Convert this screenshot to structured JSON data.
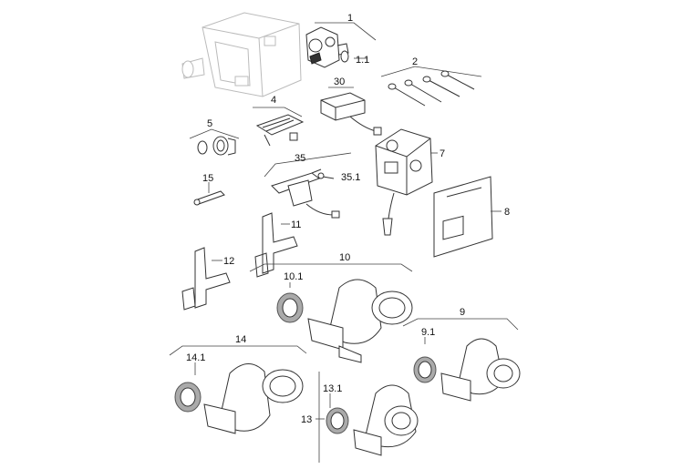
{
  "labels": {
    "p1": "1",
    "p1_1": "1.1",
    "p2": "2",
    "p4": "4",
    "p30": "30",
    "p5": "5",
    "p35": "35",
    "p35_1": "35.1",
    "p7": "7",
    "p15": "15",
    "p8": "8",
    "p11": "11",
    "p12": "12",
    "p10": "10",
    "p10_1": "10.1",
    "p9": "9",
    "p9_1": "9.1",
    "p14": "14",
    "p14_1": "14.1",
    "p13_1": "13.1",
    "p13": "13"
  }
}
